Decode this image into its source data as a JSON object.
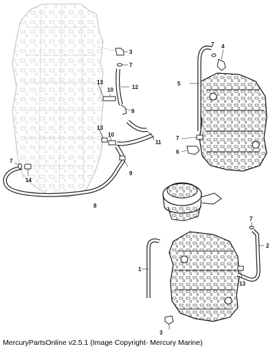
{
  "caption": "MercuryPartsOnline v2.5.1 (Image Copyright- Mercury Marine)",
  "callouts": {
    "c1": "1",
    "c2": "2",
    "c3_top": "3",
    "c3_bottom": "3",
    "c4": "4",
    "c5": "5",
    "c6": "6",
    "c7_top_left": "7",
    "c7_top_right": "7",
    "c7_mid_right": "7",
    "c7_left": "7",
    "c7_bottom_right": "7",
    "c8": "8",
    "c9_upper": "9",
    "c9_lower": "9",
    "c10_upper": "10",
    "c10_lower": "10",
    "c11": "11",
    "c12": "12",
    "c13_upper": "13",
    "c13_lower": "13",
    "c13_bottom": "13",
    "c14": "14"
  }
}
